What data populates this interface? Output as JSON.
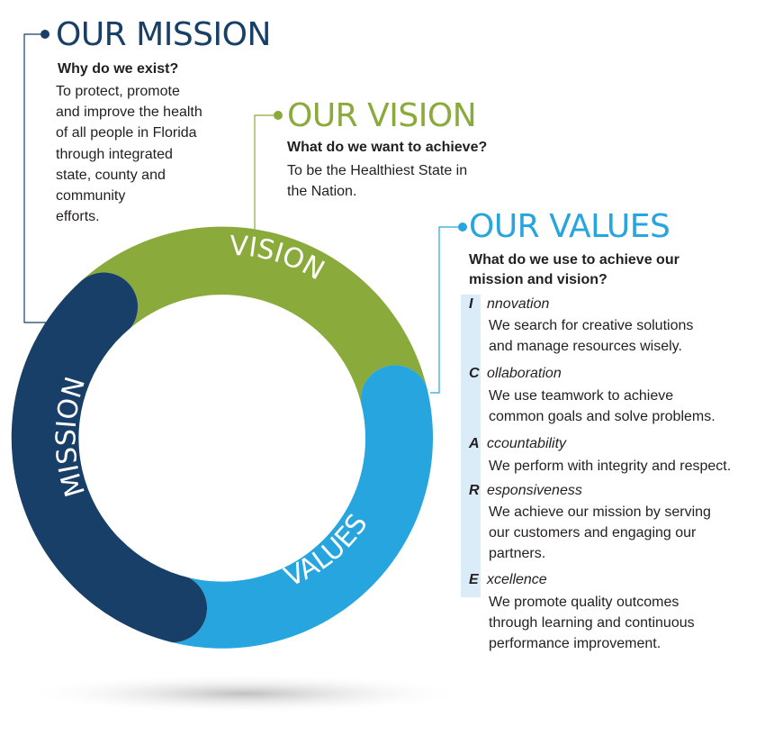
{
  "colors": {
    "mission": "#173f67",
    "vision": "#8aaa3b",
    "values": "#26a5de",
    "values_band": "#d9ecf7"
  },
  "mission": {
    "heading": "OUR MISSION",
    "question": "Why do we exist?",
    "lines": [
      "To protect, promote",
      "and improve the health",
      "of all people in Florida",
      "through integrated",
      "state, county and",
      "community",
      "efforts."
    ]
  },
  "vision": {
    "heading": "OUR VISION",
    "question": "What do we want to achieve?",
    "lines": [
      "To be the Healthiest State in",
      "the Nation."
    ]
  },
  "values": {
    "heading": "OUR VALUES",
    "question_lines": [
      "What do we use to achieve our",
      "mission and vision?"
    ],
    "items": [
      {
        "letter": "I",
        "word": "nnovation",
        "desc": [
          "We search for creative solutions",
          "and manage resources wisely."
        ]
      },
      {
        "letter": "C",
        "word": "ollaboration",
        "desc": [
          "We use teamwork to achieve",
          "common goals and solve problems."
        ]
      },
      {
        "letter": "A",
        "word": "ccountability",
        "desc": [
          "We perform with integrity and respect."
        ]
      },
      {
        "letter": "R",
        "word": "esponsiveness",
        "desc": [
          "We achieve our mission by serving",
          "our customers and engaging our",
          "partners."
        ]
      },
      {
        "letter": "E",
        "word": "xcellence",
        "desc": [
          "We promote quality outcomes",
          "through learning and continuous",
          "performance improvement."
        ]
      }
    ]
  },
  "ring_labels": {
    "mission": "MISSION",
    "vision": "VISION",
    "values": "VALUES"
  }
}
